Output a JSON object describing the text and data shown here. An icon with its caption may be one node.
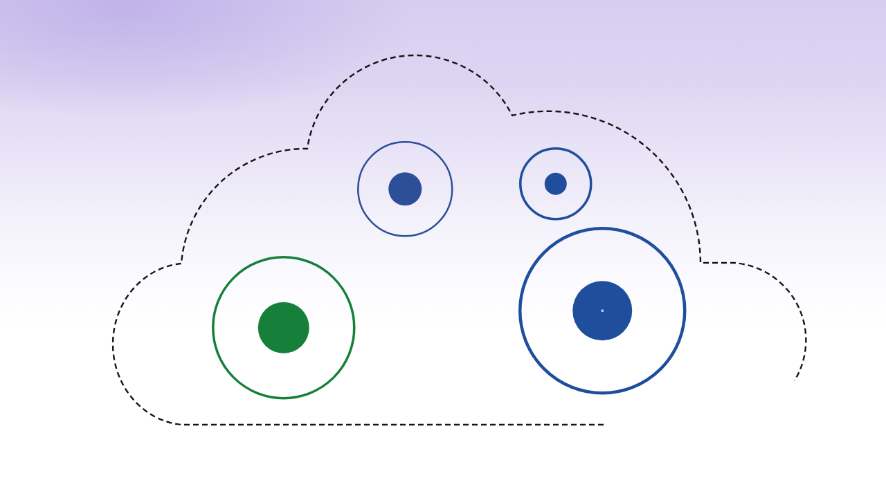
{
  "diagram": {
    "nodes": [
      {
        "text": [],
        "shape": "cloud"
      },
      {
        "text": [],
        "shape": "circle",
        "in": 0
      },
      {
        "text": [],
        "shape": "circle",
        "in": 0
      },
      {
        "text": [],
        "shape": "circle",
        "in": 0
      },
      {
        "text": [],
        "shape": "circle",
        "in": 0
      }
    ]
  }
}
